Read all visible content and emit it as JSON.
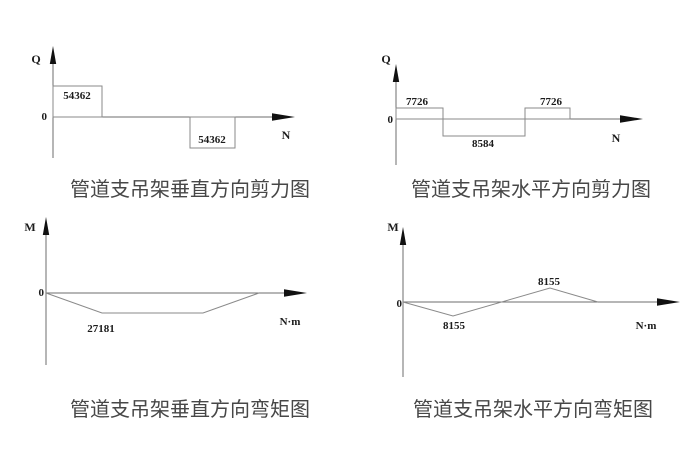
{
  "page": {
    "background": "#ffffff",
    "line_color": "#6e6e6e",
    "shape_line_color": "#8a8a8a",
    "arrow_color": "#111111",
    "text_color": "#1c1c1c",
    "caption_color": "#474747"
  },
  "diagrams": {
    "vertical_shear": {
      "axis_v_label": "Q",
      "axis_h_label": "N",
      "origin_label": "0",
      "pos_value": "54362",
      "neg_value": "54362",
      "caption": "管道支吊架垂直方向剪力图"
    },
    "horizontal_shear": {
      "axis_v_label": "Q",
      "axis_h_label": "N",
      "origin_label": "0",
      "left_value": "7726",
      "middle_value": "8584",
      "right_value": "7726",
      "caption": "管道支吊架水平方向剪力图"
    },
    "vertical_moment": {
      "axis_v_label": "M",
      "axis_h_label": "N·m",
      "origin_label": "0",
      "value": "27181",
      "caption": "管道支吊架垂直方向弯矩图"
    },
    "horizontal_moment": {
      "axis_v_label": "M",
      "axis_h_label": "N·m",
      "origin_label": "0",
      "valley_value": "8155",
      "peak_value": "8155",
      "caption": "管道支吊架水平方向弯矩图"
    }
  }
}
